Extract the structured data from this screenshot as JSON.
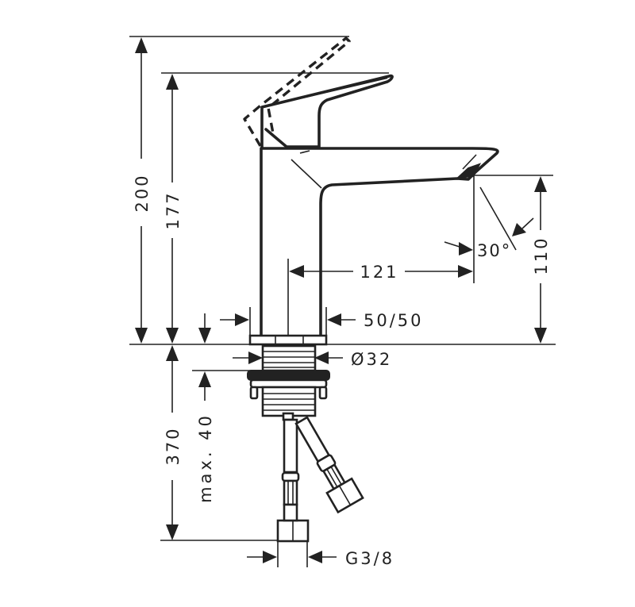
{
  "drawing": {
    "subject": "Single-lever basin mixer faucet – dimensional drawing",
    "units": "mm",
    "line_color": "#222222",
    "background": "#ffffff"
  },
  "dimensions": {
    "total_height_handle_raised": "200",
    "total_height": "177",
    "spout_reach": "121",
    "spout_angle": "30°",
    "spout_outlet_height": "110",
    "base_clearance": "50/50",
    "mounting_hole_diameter": "Ø32",
    "supply_hose_length": "370",
    "max_countertop_thickness": "max. 40",
    "connection_thread": "G3/8"
  }
}
